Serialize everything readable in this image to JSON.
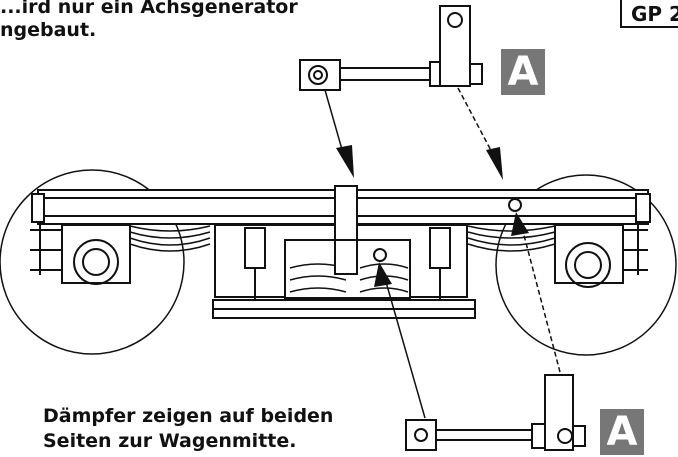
{
  "top_note": {
    "line1": "...ird nur ein Achsgenerator",
    "line2": "ngebaut."
  },
  "bottom_note": {
    "line1": "Dämpfer zeigen auf beiden",
    "line2": "Seiten zur Wagenmitte."
  },
  "code_label": "GP 2",
  "label_top": "A",
  "label_bottom": "A",
  "colors": {
    "label_bg": "#777777",
    "line": "#111111"
  }
}
